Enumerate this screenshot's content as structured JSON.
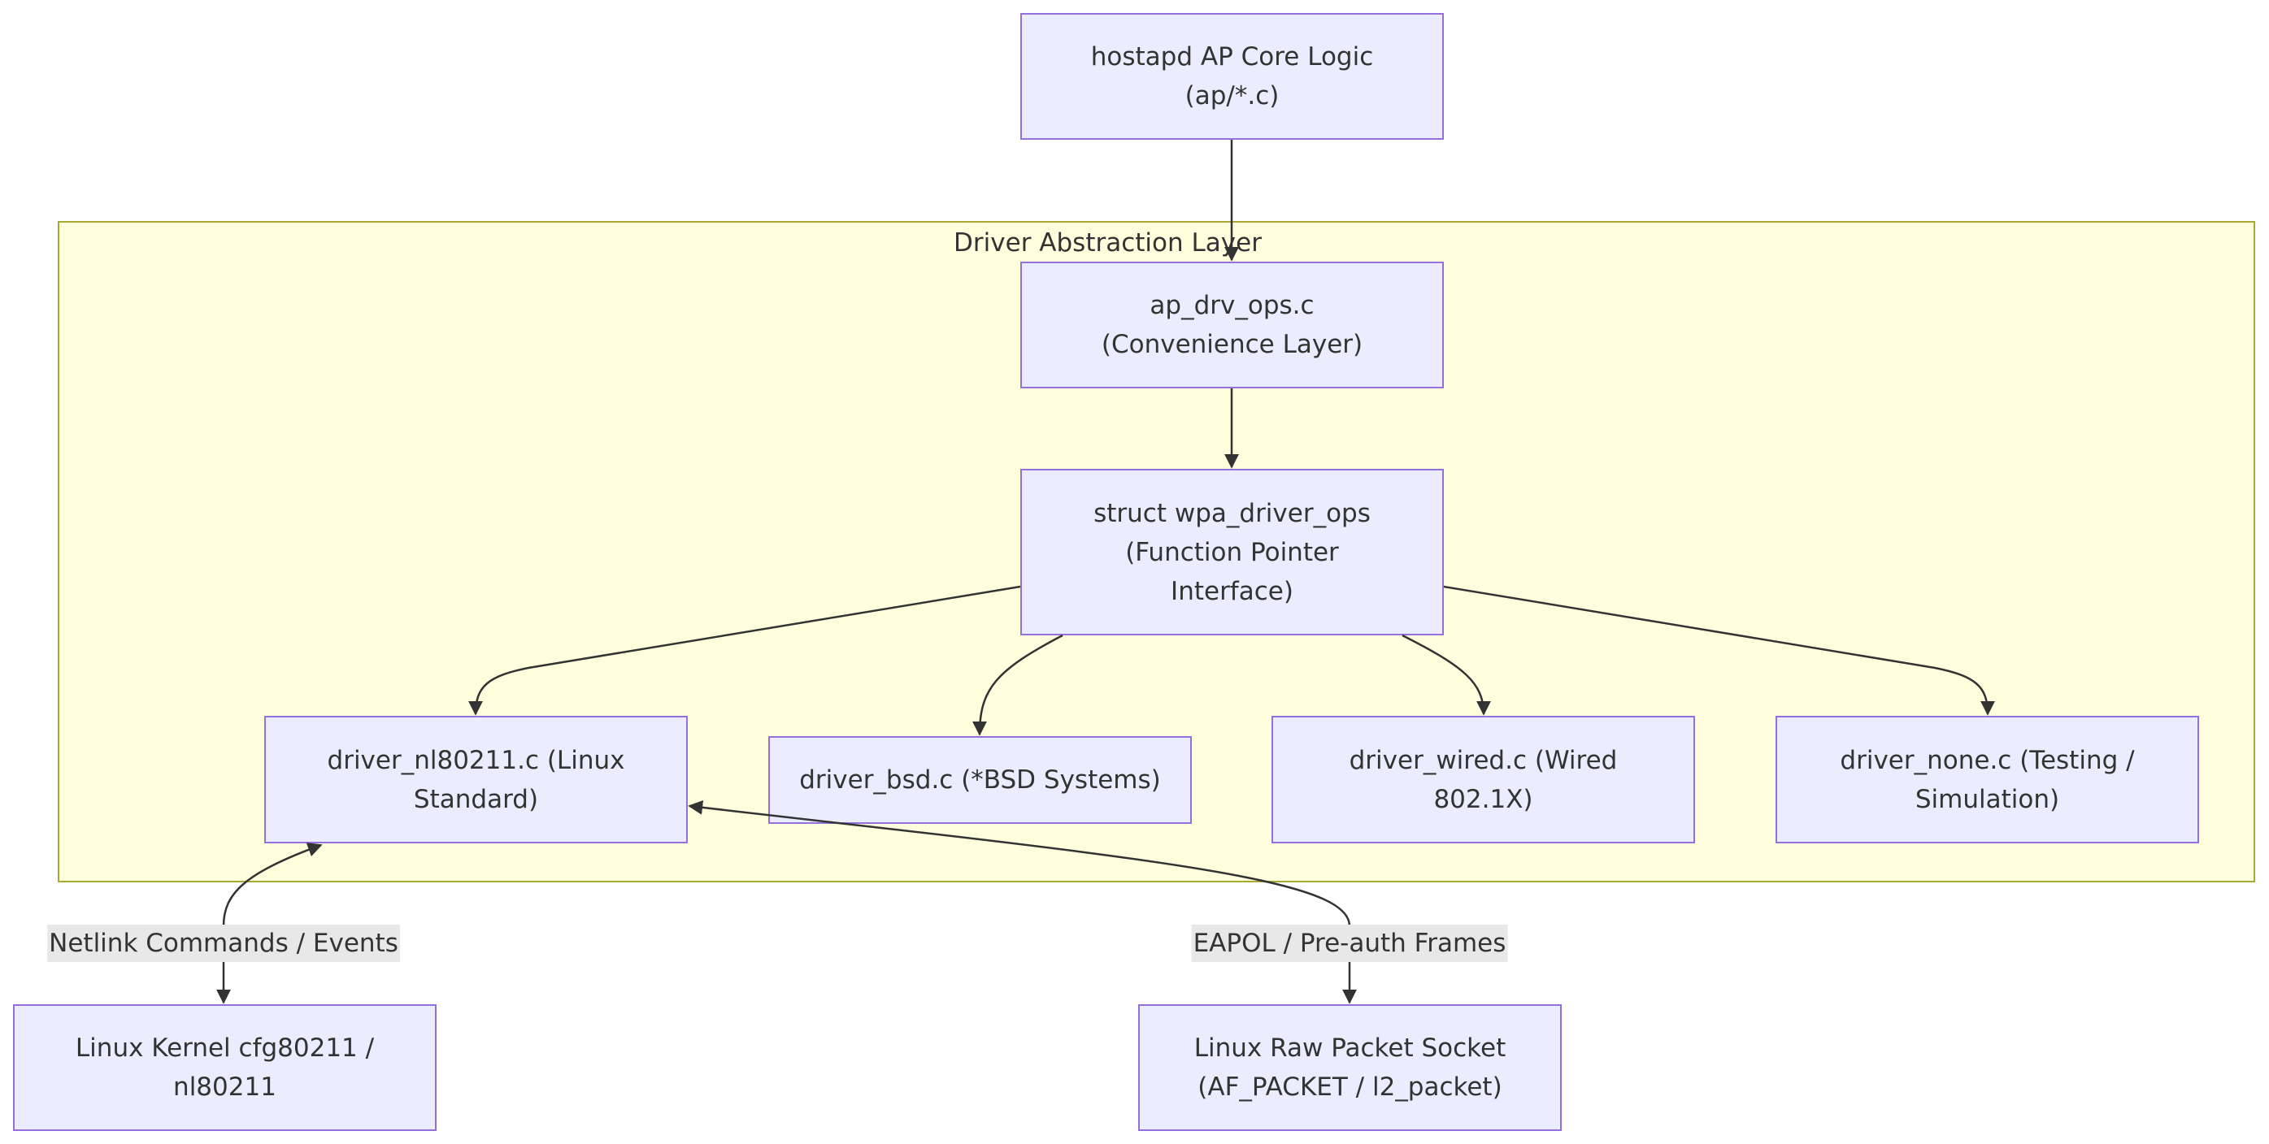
{
  "cluster": {
    "title": "Driver Abstraction Layer"
  },
  "nodes": {
    "core": {
      "line1": "hostapd AP Core Logic",
      "line2": "(ap/*.c)"
    },
    "apdrv": {
      "line1": "ap_drv_ops.c",
      "line2": "(Convenience Layer)"
    },
    "ops": {
      "line1": "struct wpa_driver_ops",
      "line2": "(Function Pointer",
      "line3": "Interface)"
    },
    "nl80211": {
      "line1": "driver_nl80211.c (Linux",
      "line2": "Standard)"
    },
    "bsd": {
      "line1": "driver_bsd.c (*BSD Systems)"
    },
    "wired": {
      "line1": "driver_wired.c (Wired",
      "line2": "802.1X)"
    },
    "none": {
      "line1": "driver_none.c (Testing /",
      "line2": "Simulation)"
    },
    "kernel": {
      "line1": "Linux Kernel cfg80211 /",
      "line2": "nl80211"
    },
    "rawsock": {
      "line1": "Linux Raw Packet Socket",
      "line2": "(AF_PACKET / l2_packet)"
    }
  },
  "edge_labels": {
    "netlink": "Netlink Commands / Events",
    "eapol": "EAPOL / Pre-auth Frames"
  },
  "colors": {
    "node_fill": "#ececff",
    "node_border": "#9370db",
    "cluster_fill": "#ffffde",
    "cluster_border": "#aaaa33",
    "edge": "#333333",
    "label_bg": "#e8e8e8",
    "text": "#333333"
  }
}
